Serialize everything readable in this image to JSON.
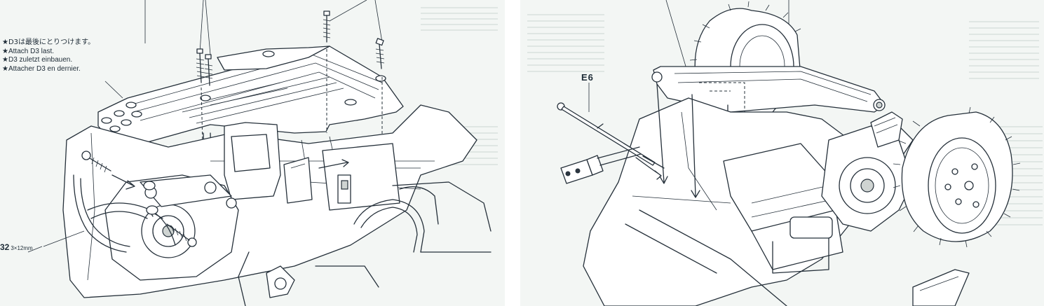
{
  "left_panel": {
    "notes": {
      "japanese": "D3は最後にとりつけます。",
      "english": "Attach D3 last.",
      "german": "D3 zuletzt einbauen.",
      "french": "Attacher D3 en dernier."
    },
    "bullet": "★",
    "screw_callout": {
      "part_number": "32",
      "size": "3×12mm"
    }
  },
  "right_panel": {
    "part_label": "E6"
  },
  "colors": {
    "paper": "#f3f6f4",
    "ink": "#25303a",
    "gutter": "#ffffff"
  }
}
